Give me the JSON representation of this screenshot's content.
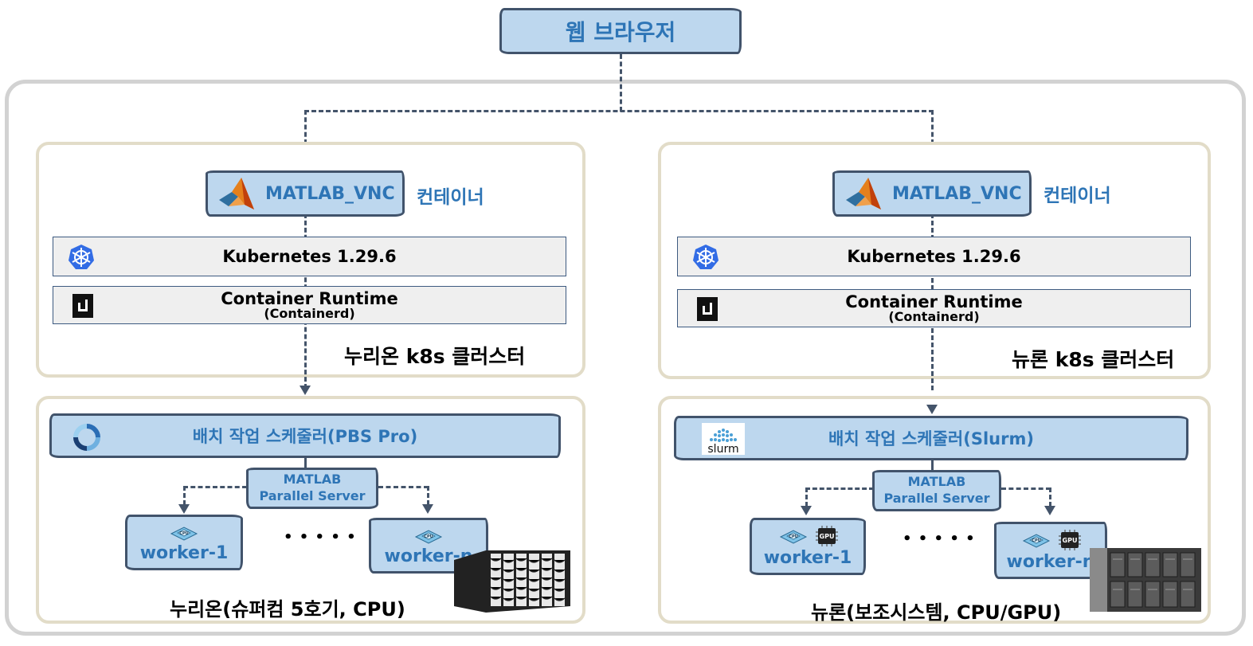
{
  "browser": {
    "label": "웹 브라우저"
  },
  "left": {
    "container_name": "MATLAB_VNC",
    "container_label": "컨테이너",
    "k8s_label": "Kubernetes 1.29.6",
    "runtime_label": "Container Runtime",
    "runtime_sub": "(Containerd)",
    "cluster_label": "누리온 k8s 클러스터",
    "scheduler_label": "배치 작업 스케줄러(PBS Pro)",
    "parallel_line1": "MATLAB",
    "parallel_line2": "Parallel Server",
    "worker1": "worker-1",
    "workern": "worker-n",
    "dots": "• • • • •",
    "system_label": "누리온(슈퍼컴 5호기, CPU)",
    "chip_labels": [
      "CPU"
    ]
  },
  "right": {
    "container_name": "MATLAB_VNC",
    "container_label": "컨테이너",
    "k8s_label": "Kubernetes 1.29.6",
    "runtime_label": "Container Runtime",
    "runtime_sub": "(Containerd)",
    "cluster_label": "뉴론 k8s 클러스터",
    "scheduler_label": "배치 작업 스케줄러(Slurm)",
    "slurm_logo_text": "slurm",
    "parallel_line1": "MATLAB",
    "parallel_line2": "Parallel Server",
    "worker1": "worker-1",
    "workern": "worker-n",
    "dots": "• • • • •",
    "system_label": "뉴론(보조시스템, CPU/GPU)",
    "chip_labels": [
      "CPU",
      "GPU"
    ]
  },
  "colors": {
    "banner_fill": "#bdd7ee",
    "banner_border": "#41536b",
    "accent_text": "#2e75b6",
    "bar_fill": "#efefef",
    "k8s_blue": "#326ce5",
    "frame": "#e2dcc8",
    "outer_frame": "#d2d2d2"
  },
  "icons": {
    "matlab": "matlab-logo-icon",
    "kubernetes": "kubernetes-helm-icon",
    "containerd": "containerd-icon",
    "pbs": "pbs-pro-logo-icon",
    "slurm": "slurm-logo-icon",
    "cpu": "cpu-chip-icon",
    "gpu": "gpu-chip-icon",
    "server_rack": "server-rack-icon"
  }
}
